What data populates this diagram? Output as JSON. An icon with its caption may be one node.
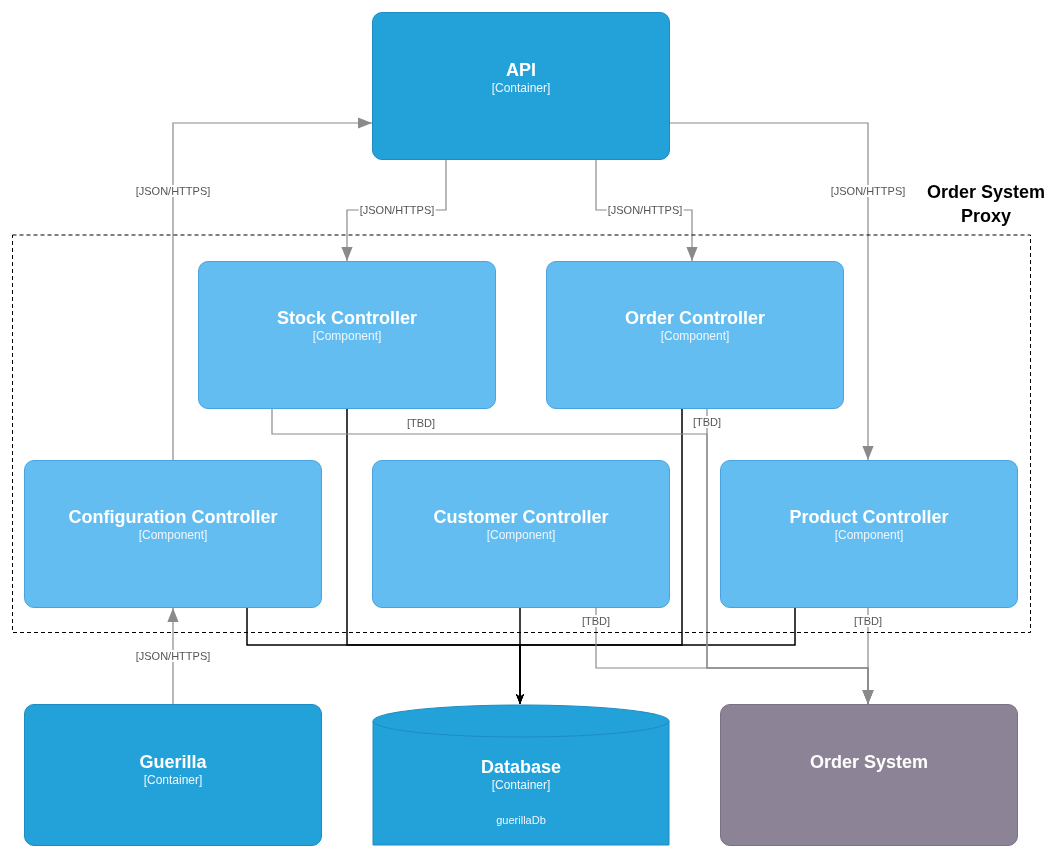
{
  "diagram": {
    "nodes": [
      {
        "text": [
          "API",
          "[Container]"
        ]
      },
      {
        "text": [
          "Order System Proxy"
        ]
      },
      {
        "text": [
          "Stock Controller",
          "[Component]"
        ],
        "in": 1
      },
      {
        "text": [
          "Order Controller",
          "[Component]"
        ],
        "in": 1
      },
      {
        "text": [
          "Configuration Controller",
          "[Component]"
        ],
        "in": 1
      },
      {
        "text": [
          "Customer Controller",
          "[Component]"
        ],
        "in": 1
      },
      {
        "text": [
          "Product Controller",
          "[Component]"
        ],
        "in": 1
      },
      {
        "text": [
          "Guerilla",
          "[Container]"
        ]
      },
      {
        "text": [
          "Database",
          "[Container]",
          "guerillaDb"
        ]
      },
      {
        "text": [
          "Order System"
        ]
      }
    ],
    "edges": [
      {
        "from": 0,
        "to": 2,
        "arrow": "to",
        "label": "[JSON/HTTPS]"
      },
      {
        "from": 0,
        "to": 3,
        "arrow": "to",
        "label": "[JSON/HTTPS]"
      },
      {
        "from": 0,
        "to": 6,
        "arrow": "to",
        "label": "[JSON/HTTPS]"
      },
      {
        "from": 4,
        "to": 0,
        "arrow": "to",
        "label": "[JSON/HTTPS]"
      },
      {
        "from": 7,
        "to": 4,
        "arrow": "to",
        "label": "[JSON/HTTPS]"
      },
      {
        "from": 5,
        "to": 8,
        "arrow": "to",
        "color": "#000000"
      },
      {
        "from": 4,
        "to": 8,
        "arrow": "to",
        "color": "#000000"
      },
      {
        "from": 2,
        "to": 8,
        "arrow": "to",
        "color": "#000000"
      },
      {
        "from": 3,
        "to": 8,
        "arrow": "to",
        "color": "#000000"
      },
      {
        "from": 6,
        "to": 8,
        "arrow": "to",
        "color": "#000000"
      },
      {
        "from": 2,
        "to": 9,
        "arrow": "to",
        "label": "[TBD]"
      },
      {
        "from": 3,
        "to": 9,
        "arrow": "to",
        "label": "[TBD]"
      },
      {
        "from": 5,
        "to": 9,
        "arrow": "to",
        "label": "[TBD]"
      },
      {
        "from": 6,
        "to": 9,
        "arrow": "to",
        "label": "[TBD]"
      }
    ]
  }
}
